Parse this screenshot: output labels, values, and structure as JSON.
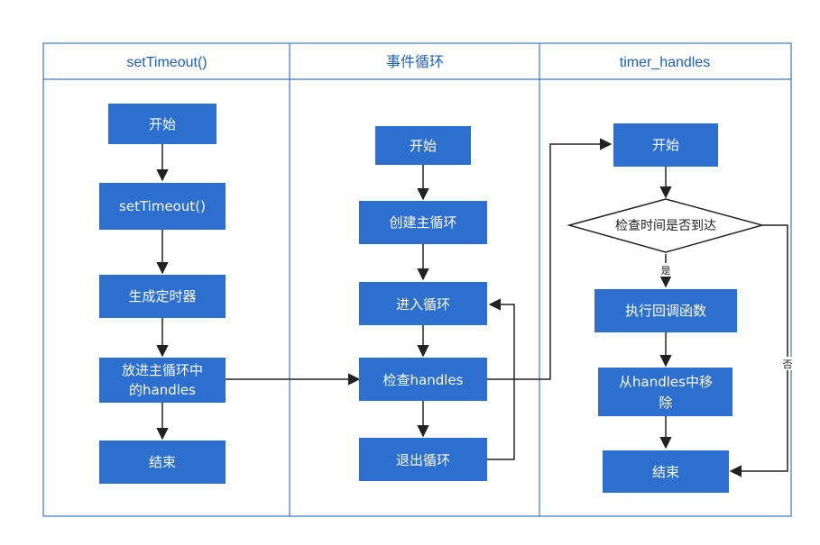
{
  "lanes": {
    "left": {
      "title": "setTimeout()"
    },
    "middle": {
      "title": "事件循环"
    },
    "right": {
      "title": "timer_handles"
    }
  },
  "left_nodes": {
    "start": "开始",
    "call": "setTimeout()",
    "create_timer": "生成定时器",
    "put_line1": "放进主循环中",
    "put_line2": "的handles",
    "end": "结束"
  },
  "middle_nodes": {
    "start": "开始",
    "create_loop": "创建主循环",
    "enter_loop": "进入循环",
    "check": "检查handles",
    "exit_loop": "退出循环"
  },
  "right_nodes": {
    "start": "开始",
    "decision": "检查时间是否到达",
    "yes_label": "是",
    "no_label": "否",
    "callback": "执行回调函数",
    "remove_line1": "从handles中移",
    "remove_line2": "除",
    "end": "结束"
  }
}
